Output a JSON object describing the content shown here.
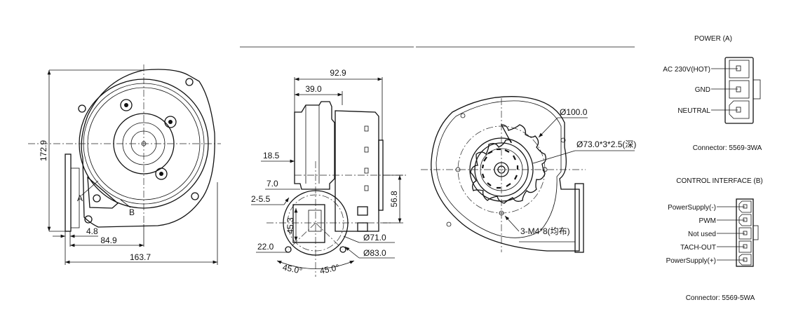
{
  "front_view": {
    "dim_height": "172.9",
    "dim_flange": "4.8",
    "dim_center": "84.9",
    "dim_width": "163.7",
    "label_a": "A",
    "label_b": "B"
  },
  "side_view": {
    "dim_depth": "92.9",
    "dim_flange_depth": "39.0",
    "dim_18": "18.5",
    "dim_7": "7.0",
    "dim_holes": "2-5.5",
    "dim_outlet": "45.3",
    "dim_22": "22.0",
    "angle_left": "45.0°",
    "angle_right": "45.0°",
    "dim_d71": "Ø71.0",
    "dim_d83": "Ø83.0",
    "dim_56": "56.8"
  },
  "rear_view": {
    "dim_d100": "Ø100.0",
    "dim_d73": "Ø73.0*3*2.5(深)",
    "dim_m4": "3-M4*8(均布)"
  },
  "power": {
    "title": "POWER (A)",
    "pins": [
      "AC 230V(HOT)",
      "GND",
      "NEUTRAL"
    ],
    "connector": "Connector: 5569-3WA"
  },
  "control": {
    "title": "CONTROL INTERFACE (B)",
    "pins": [
      "PowerSupply(-)",
      "PWM",
      "Not used",
      "TACH-OUT",
      "PowerSupply(+)"
    ],
    "connector": "Connector: 5569-5WA"
  }
}
